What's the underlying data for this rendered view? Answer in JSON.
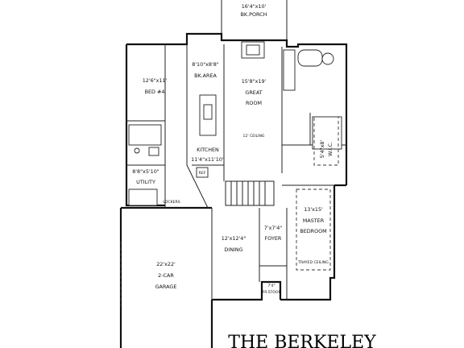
{
  "plan": {
    "title": "THE BERKELEY",
    "rooms": {
      "porch": {
        "dim": "16'4\"x10'",
        "name": "BK.PORCH"
      },
      "bed4": {
        "dim": "12'6\"x11'",
        "name": "BED #4"
      },
      "bkarea": {
        "dim": "8'10\"x8'8\"",
        "name": "BK.AREA"
      },
      "great": {
        "dim": "15'8\"x19'",
        "name": "GREAT",
        "name2": "ROOM",
        "note": "12' CEILING"
      },
      "kitchen": {
        "name": "KITCHEN",
        "dim": "11'4\"x11'10\""
      },
      "wic": {
        "dim": "5'4\"x8'",
        "name": "W.I.C."
      },
      "utility": {
        "dim": "8'8\"x5'10\"",
        "name": "UTILITY"
      },
      "master": {
        "dim": "13'x15'",
        "name": "MASTER",
        "name2": "BEDROOM",
        "note": "TRAYED CEILING"
      },
      "foyer": {
        "dim": "7'x7'4\"",
        "name": "FOYER"
      },
      "dining": {
        "dim": "12'x12'4\"",
        "name": "DINING"
      },
      "garage": {
        "dim": "22'x22'",
        "name": "2-CAR",
        "name2": "GARAGE"
      },
      "frstoop": {
        "dim": "7'4\"",
        "name": "FR.STOOP"
      }
    },
    "labels": {
      "ref": "REF",
      "lockers": "LOCKERS"
    }
  }
}
